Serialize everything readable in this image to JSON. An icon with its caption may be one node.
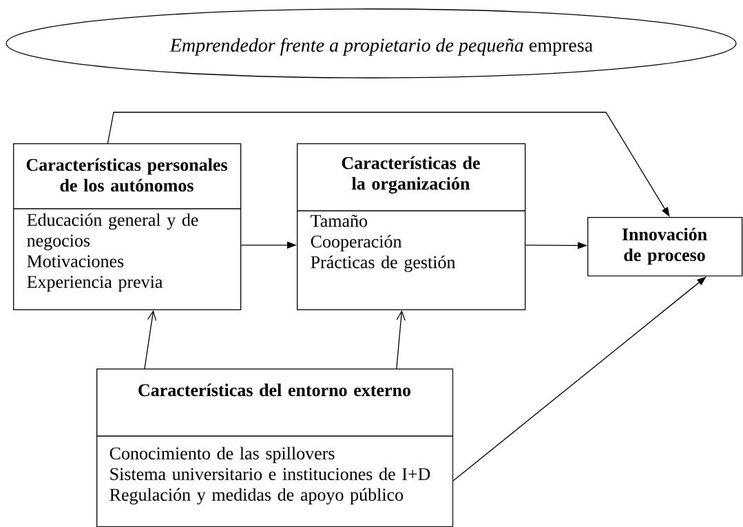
{
  "diagram": {
    "nodes": [
      {
        "text": [
          "*Emprendedor frente a propietario de pequeña* empresa"
        ]
      },
      {
        "text": [
          "Características personales de los autónomos",
          "Educación general y de negocios",
          "Motivaciones",
          "Experiencia previa"
        ]
      },
      {
        "text": [
          "Características de la organización",
          "Tamaño",
          "Cooperación",
          "Prácticas de gestión"
        ]
      },
      {
        "text": [
          "Innovación de proceso"
        ]
      },
      {
        "text": [
          "Características del entorno externo",
          "Conocimiento de las spillovers",
          "Sistema universitario e instituciones de I+D",
          "Regulación y medidas de apoyo público"
        ]
      }
    ],
    "edges": [
      {
        "from": 1,
        "to": 3,
        "arrow": "to"
      },
      {
        "from": 1,
        "to": 2,
        "arrow": "to"
      },
      {
        "from": 2,
        "to": 3,
        "arrow": "to"
      },
      {
        "from": 4,
        "to": 1,
        "arrow": "to"
      },
      {
        "from": 4,
        "to": 2,
        "arrow": "to"
      },
      {
        "from": 4,
        "to": 3,
        "arrow": "to"
      }
    ]
  }
}
